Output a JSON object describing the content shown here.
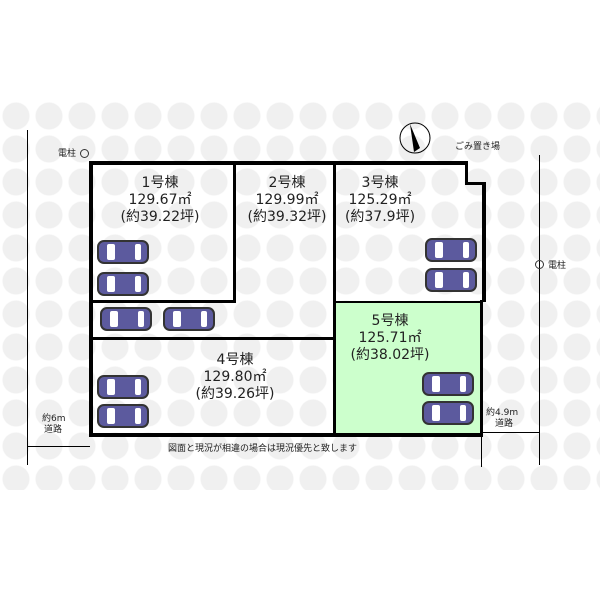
{
  "lots": [
    {
      "name": "1号棟",
      "area": "129.67㎡",
      "tsubo": "(約39.22坪)"
    },
    {
      "name": "2号棟",
      "area": "129.99㎡",
      "tsubo": "(約39.32坪)"
    },
    {
      "name": "3号棟",
      "area": "125.29㎡",
      "tsubo": "(約37.9坪)"
    },
    {
      "name": "4号棟",
      "area": "129.80㎡",
      "tsubo": "(約39.26坪)"
    },
    {
      "name": "5号棟",
      "area": "125.71㎡",
      "tsubo": "(約38.02坪)"
    }
  ],
  "labels": {
    "pole_left": "電柱",
    "pole_right": "電柱",
    "garbage": "ごみ置き場",
    "road_left_width": "約6m",
    "road_left": "道路",
    "road_right_width": "約4.9m",
    "road_right": "道路",
    "note": "図面と現況が相違の場合は現況優先と致します"
  },
  "colors": {
    "highlight": "#ccffcc",
    "car": "#5c5a9e"
  }
}
